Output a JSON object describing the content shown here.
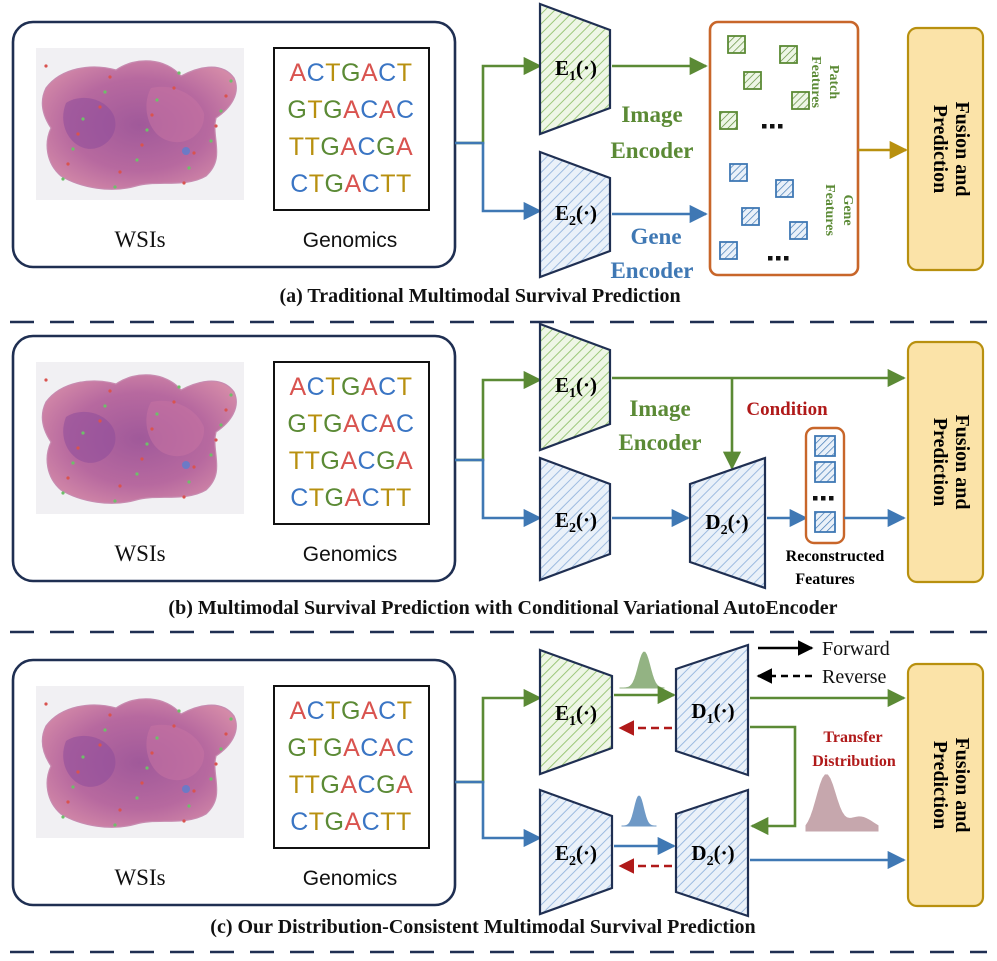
{
  "colors": {
    "green": "#5b8a35",
    "blue": "#3f78b4",
    "gold": "#b8900f",
    "dark_red": "#b01a1a",
    "navy": "#1f2f52",
    "orange_border": "#c8662a",
    "fusion_fill": "#fbe3a8",
    "fusion_border": "#b8900f",
    "base_A": "#d9534f",
    "base_C": "#3a75c4",
    "base_T": "#b8900f",
    "base_G": "#5b8a35"
  },
  "panels": {
    "a": {
      "caption": "(a) Traditional Multimodal Survival Prediction",
      "wsi_label": "WSIs",
      "genomics_label": "Genomics",
      "genomic_rows": [
        "ACTGACT",
        "GTGACAC",
        "TTGACGA",
        "CTGACTT"
      ],
      "enc1": "E",
      "enc1_sub": "1",
      "enc1_arg": "(·)",
      "enc2": "E",
      "enc2_sub": "2",
      "enc2_arg": "(·)",
      "image_encoder": [
        "Image",
        "Encoder"
      ],
      "gene_encoder": [
        "Gene",
        "Encoder"
      ],
      "patch_features": [
        "Patch",
        "Features"
      ],
      "gene_features": [
        "Gene",
        "Features"
      ],
      "ellipsis": "···",
      "fusion": [
        "Fusion and",
        "Prediction"
      ]
    },
    "b": {
      "caption": "(b) Multimodal Survival Prediction with Conditional Variational AutoEncoder",
      "wsi_label": "WSIs",
      "genomics_label": "Genomics",
      "genomic_rows": [
        "ACTGACT",
        "GTGACAC",
        "TTGACGA",
        "CTGACTT"
      ],
      "enc1": "E",
      "enc1_sub": "1",
      "enc1_arg": "(·)",
      "enc2": "E",
      "enc2_sub": "2",
      "enc2_arg": "(·)",
      "dec2": "D",
      "dec2_sub": "2",
      "dec2_arg": "(·)",
      "image_encoder": [
        "Image",
        "Encoder"
      ],
      "condition": "Condition",
      "reconstructed": [
        "Reconstructed",
        "Features"
      ],
      "ellipsis": "···",
      "fusion": [
        "Fusion and",
        "Prediction"
      ]
    },
    "c": {
      "caption": "(c) Our Distribution-Consistent Multimodal Survival Prediction",
      "wsi_label": "WSIs",
      "genomics_label": "Genomics",
      "genomic_rows": [
        "ACTGACT",
        "GTGACAC",
        "TTGACGA",
        "CTGACTT"
      ],
      "enc1": "E",
      "enc1_sub": "1",
      "enc1_arg": "(·)",
      "enc2": "E",
      "enc2_sub": "2",
      "enc2_arg": "(·)",
      "dec1": "D",
      "dec1_sub": "1",
      "dec1_arg": "(·)",
      "dec2": "D",
      "dec2_sub": "2",
      "dec2_arg": "(·)",
      "forward": "Forward",
      "reverse": "Reverse",
      "transfer": [
        "Transfer",
        "Distribution"
      ],
      "fusion": [
        "Fusion and",
        "Prediction"
      ]
    }
  }
}
